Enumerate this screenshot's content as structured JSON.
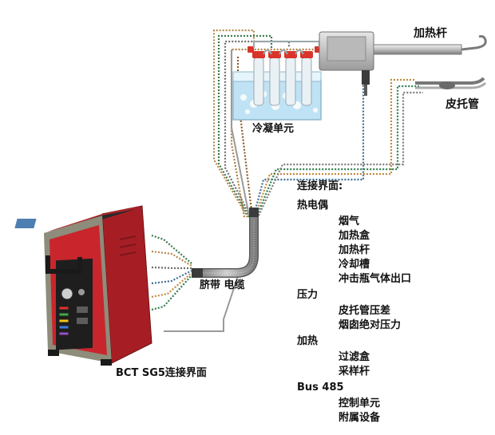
{
  "labels": {
    "heater_rod": "加热杆",
    "pitot_tube": "皮托管",
    "condenser_unit": "冷凝单元",
    "umbilical_cable": "脐带 电缆",
    "device_caption": "BCT SG5连接界面",
    "interface_title": "连接界面:"
  },
  "interface_groups": [
    {
      "name": "热电偶",
      "items": [
        "烟气",
        "加热盒",
        "加热杆",
        "冷却槽",
        "冲击瓶气体出口"
      ]
    },
    {
      "name": "压力",
      "items": [
        "皮托管压差",
        "烟囱绝对压力"
      ]
    },
    {
      "name": "加热",
      "items": [
        "过滤盒",
        "采样杆"
      ]
    },
    {
      "name": "Bus 485",
      "items": [
        "控制单元",
        "附属设备"
      ]
    }
  ],
  "colors": {
    "device_red": "#c8262c",
    "device_dark": "#2a2a2a",
    "device_grey": "#8e8c7a",
    "water": "#bfe3f5",
    "cable_grey": "#9a9a9a"
  }
}
